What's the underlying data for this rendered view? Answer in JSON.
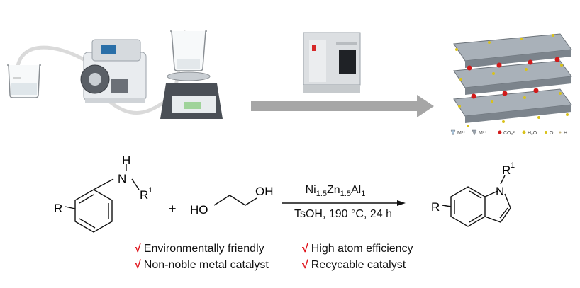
{
  "reaction": {
    "reactant_r": "R",
    "amine_n": "N",
    "amine_h": "H",
    "amine_r1": "R",
    "amine_r1_sup": "1",
    "plus": "+",
    "diol_left": "HO",
    "diol_right": "OH",
    "catalyst_ni": "Ni",
    "catalyst_ni_sub": "1.5",
    "catalyst_zn": "Zn",
    "catalyst_zn_sub": "1.5",
    "catalyst_al": "Al",
    "catalyst_al_sub": "1",
    "conditions": "TsOH, 190 °C, 24 h",
    "product_r": "R",
    "product_n": "N",
    "product_r1": "R",
    "product_r1_sup": "1"
  },
  "features": [
    {
      "check": "√",
      "text": "Environmentally friendly"
    },
    {
      "check": "√",
      "text": "High atom efficiency"
    },
    {
      "check": "√",
      "text": "Non-noble metal catalyst"
    },
    {
      "check": "√",
      "text": "Recycable catalyst"
    }
  ],
  "structure_legend": {
    "m2": "M²⁺",
    "m3": "M³⁺",
    "co3": "CO₃²⁻",
    "h2o": "H₂O",
    "o": "O",
    "h": "H"
  },
  "colors": {
    "check": "#e0141c",
    "arrow_gray": "#a6a6a6",
    "octahedron_gray": "#9aa3ad",
    "oxygen_yellow": "#d9c21a",
    "carbonate_red": "#d21a1a"
  }
}
